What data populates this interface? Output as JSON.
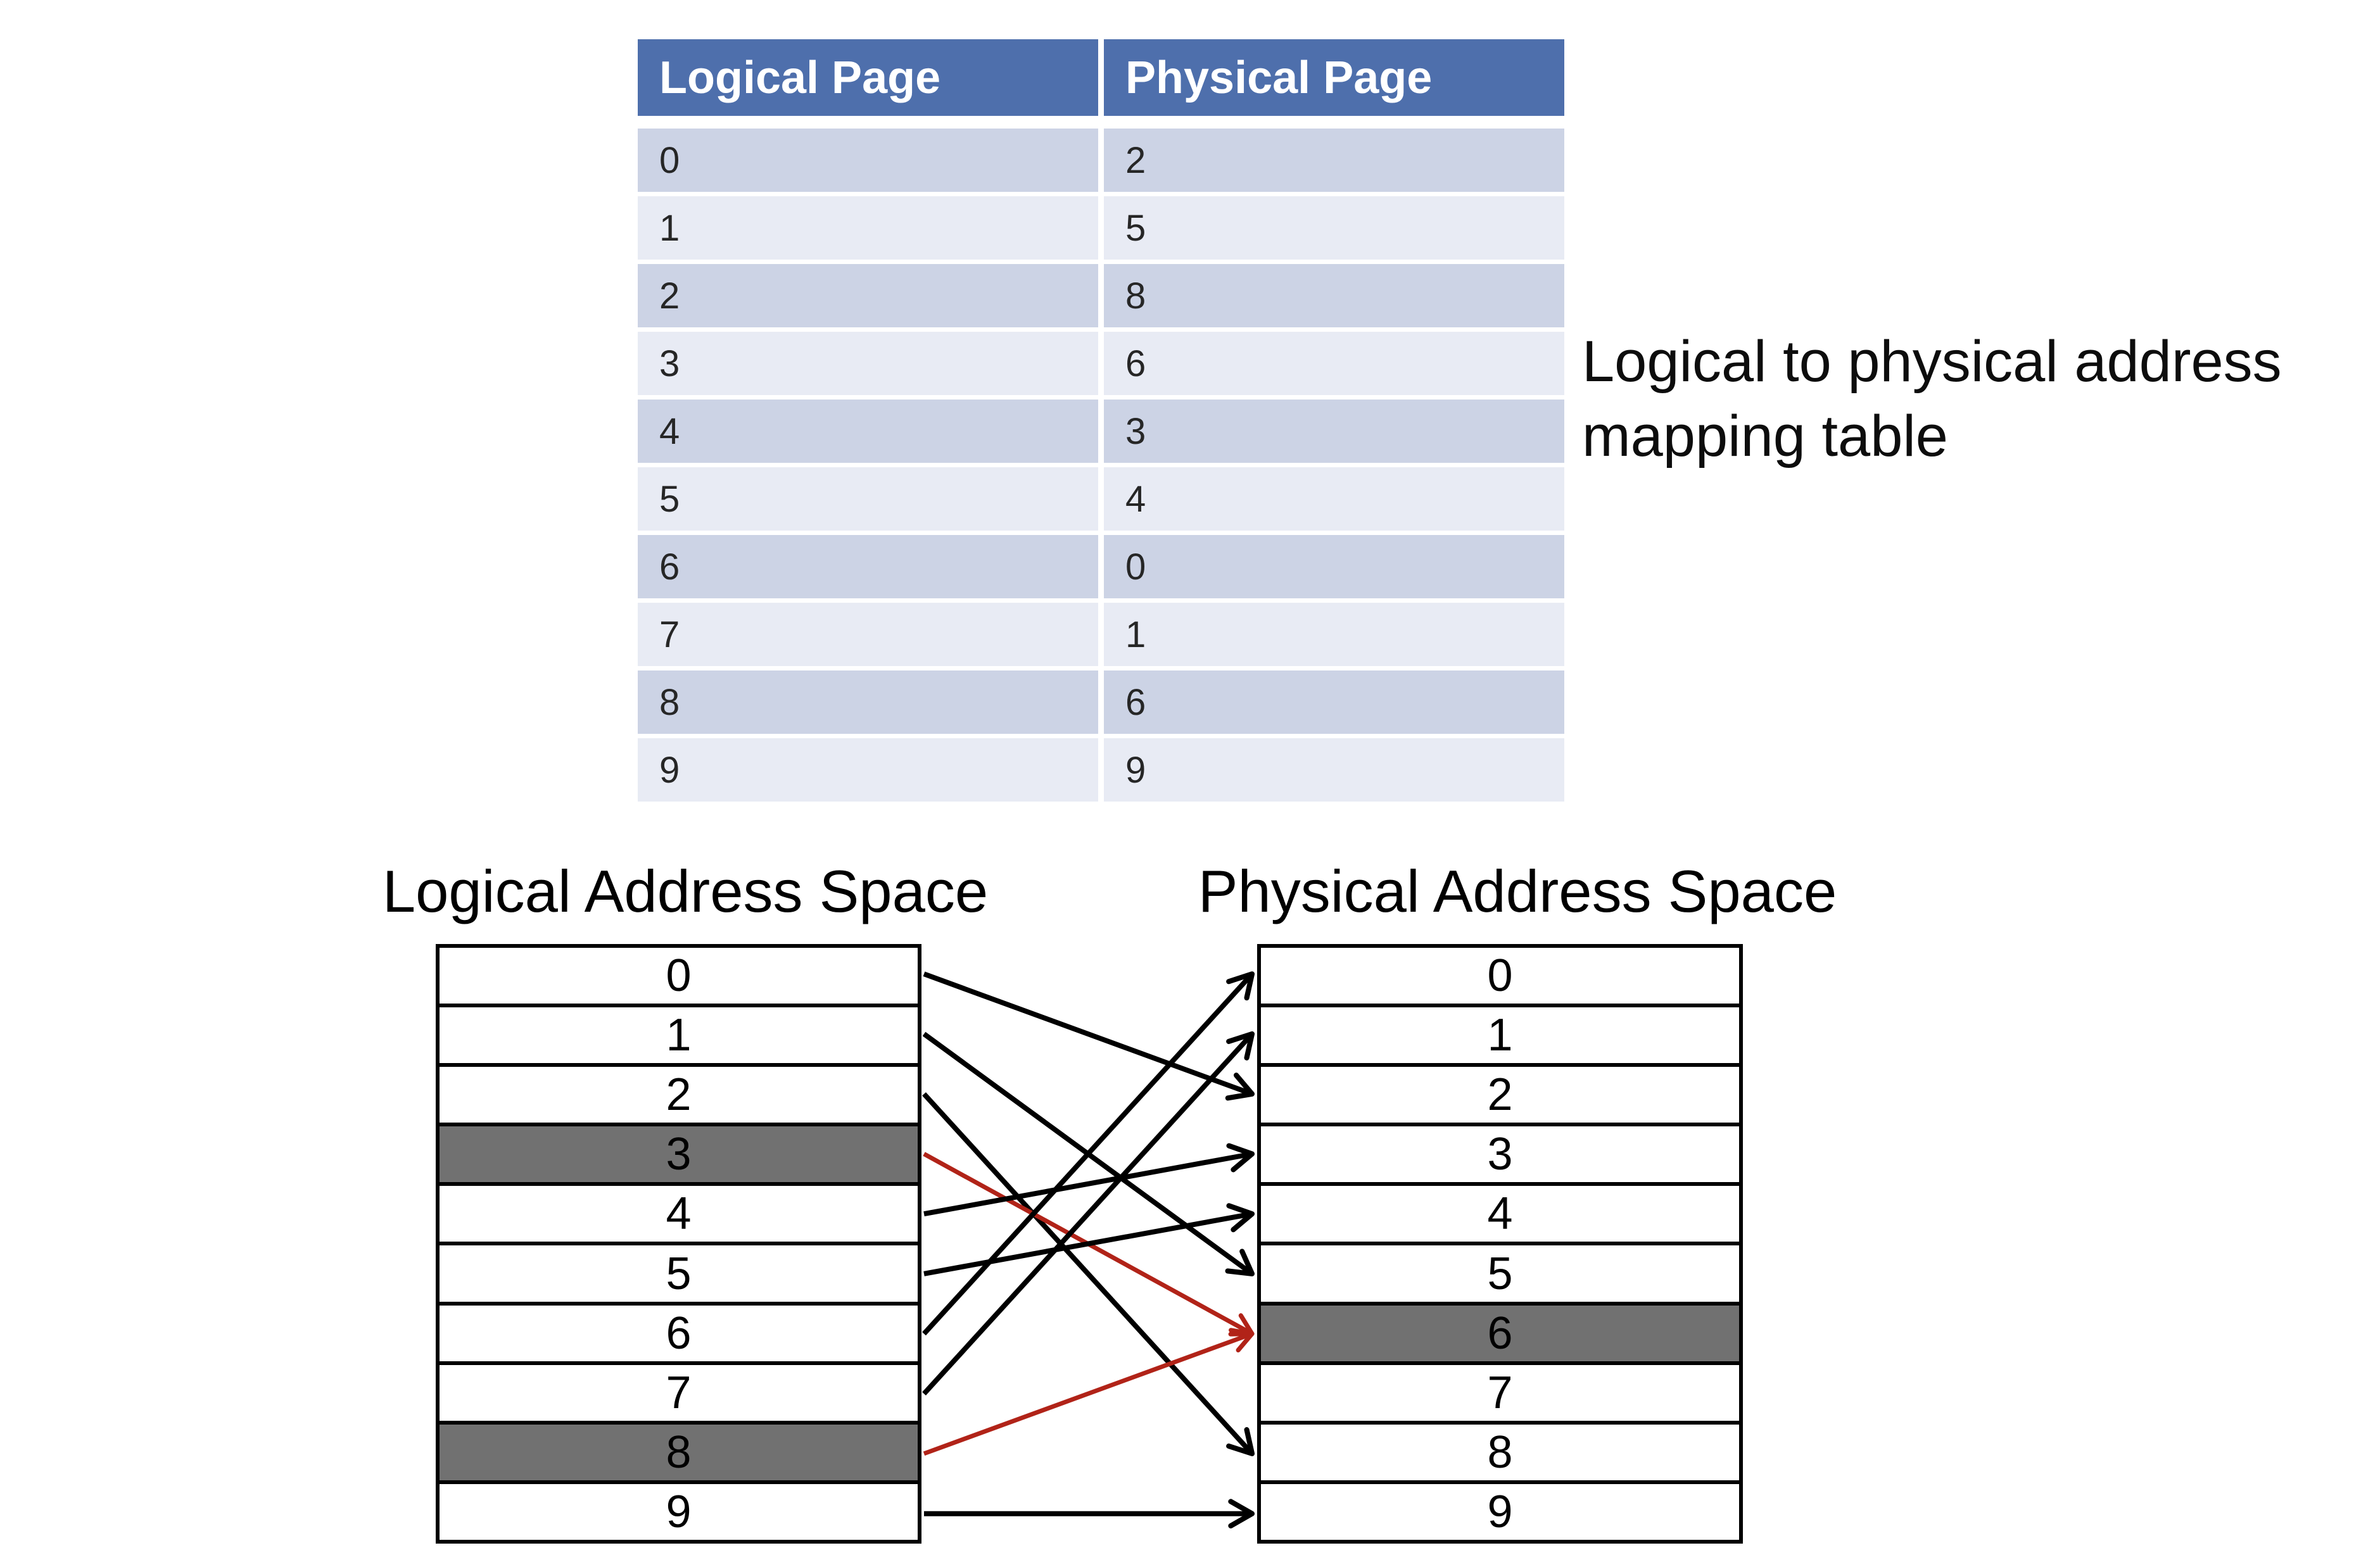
{
  "mapping_table": {
    "headers": [
      "Logical Page",
      "Physical Page"
    ],
    "rows": [
      [
        "0",
        "2"
      ],
      [
        "1",
        "5"
      ],
      [
        "2",
        "8"
      ],
      [
        "3",
        "6"
      ],
      [
        "4",
        "3"
      ],
      [
        "5",
        "4"
      ],
      [
        "6",
        "0"
      ],
      [
        "7",
        "1"
      ],
      [
        "8",
        "6"
      ],
      [
        "9",
        "9"
      ]
    ]
  },
  "caption": {
    "line1": "Logical to physical address",
    "line2": "mapping table"
  },
  "diagram": {
    "left_title": "Logical Address Space",
    "right_title": "Physical Address Space",
    "logical_rows": [
      "0",
      "1",
      "2",
      "3",
      "4",
      "5",
      "6",
      "7",
      "8",
      "9"
    ],
    "physical_rows": [
      "0",
      "1",
      "2",
      "3",
      "4",
      "5",
      "6",
      "7",
      "8",
      "9"
    ],
    "logical_highlighted": [
      3,
      8
    ],
    "physical_highlighted": [
      6
    ],
    "mappings": [
      {
        "from": 0,
        "to": 2,
        "color": "black"
      },
      {
        "from": 1,
        "to": 5,
        "color": "black"
      },
      {
        "from": 2,
        "to": 8,
        "color": "black"
      },
      {
        "from": 3,
        "to": 6,
        "color": "red"
      },
      {
        "from": 4,
        "to": 3,
        "color": "black"
      },
      {
        "from": 5,
        "to": 4,
        "color": "black"
      },
      {
        "from": 6,
        "to": 0,
        "color": "black"
      },
      {
        "from": 7,
        "to": 1,
        "color": "black"
      },
      {
        "from": 8,
        "to": 6,
        "color": "red"
      },
      {
        "from": 9,
        "to": 9,
        "color": "black"
      }
    ]
  },
  "colors": {
    "header_bg": "#4E6FAC",
    "row_dark": "#CCD3E5",
    "row_light": "#E8EBF4",
    "highlight_gray": "#717171",
    "arrow_black": "#000000",
    "arrow_red": "#B12318"
  }
}
